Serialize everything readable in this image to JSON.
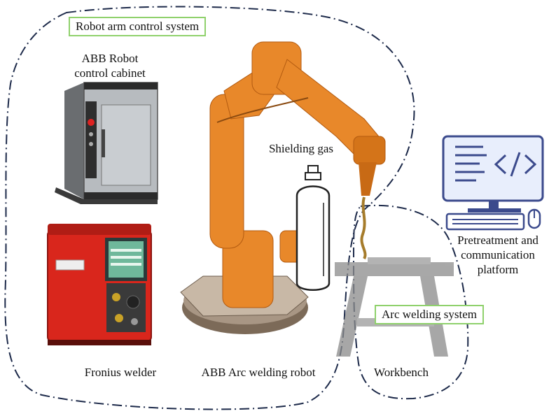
{
  "groups": {
    "robot_arm_control_system": "Robot arm control system",
    "arc_welding_system": "Arc welding system"
  },
  "components": {
    "control_cabinet": {
      "line1": "ABB Robot",
      "line2": "control cabinet"
    },
    "fronius_welder": "Fronius welder",
    "arc_welding_robot": "ABB Arc welding robot",
    "shielding_gas": "Shielding gas",
    "workbench": "Workbench",
    "platform": {
      "line1": "Pretreatment and",
      "line2": "communication",
      "line3": "platform"
    }
  },
  "colors": {
    "group_box_border": "#8fd16c",
    "robot_orange": "#e8882a",
    "welder_red": "#d9261c",
    "monitor_blue": "#3b4a8c"
  }
}
